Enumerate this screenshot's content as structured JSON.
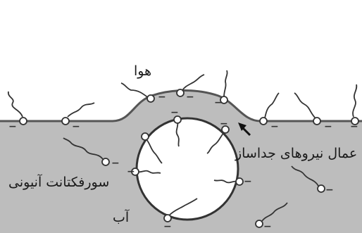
{
  "labels": {
    "air": "هوا",
    "separating_force": "عمال نیروهای جداساز",
    "anionic_surfactant": "سورفکتانت آنیونی",
    "water": "آب"
  },
  "charge_symbol": "−",
  "colors": {
    "water": "#bdbdbd",
    "air": "#ffffff",
    "interface_line": "#555555",
    "bubble_outline": "#333333",
    "surfactant": "#333333",
    "text": "#1a1a1a"
  }
}
